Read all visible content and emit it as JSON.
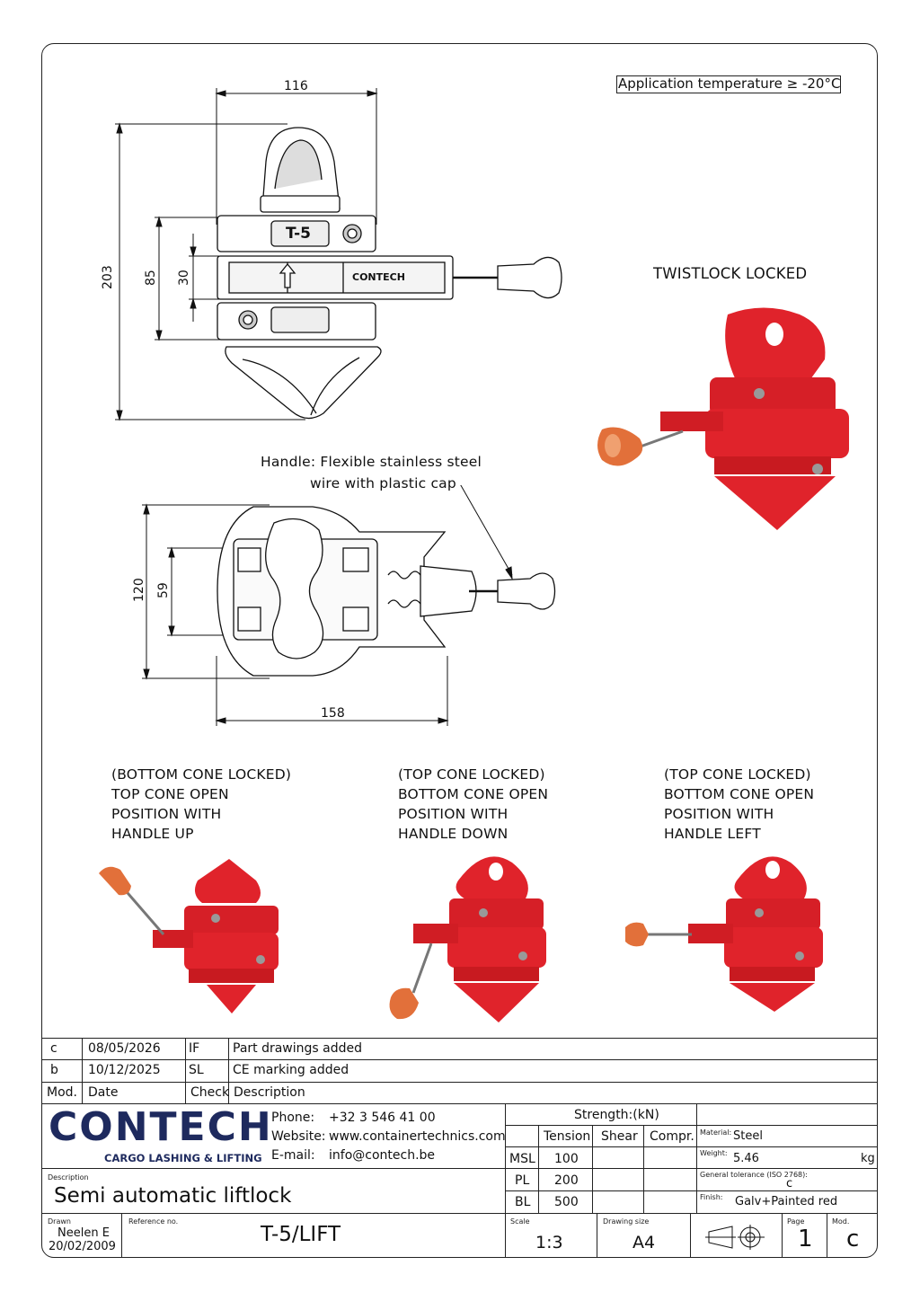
{
  "header": {
    "application_temperature": "Application temperature ≥ -20°C"
  },
  "dimensions": {
    "top_width": "116",
    "overall_height": "203",
    "body_height": "85",
    "slot_height": "30",
    "plan_height": "120",
    "plan_inner": "59",
    "plan_width": "158"
  },
  "drawing_labels": {
    "body_plate": "T-5",
    "brand_plate": "CONTECH"
  },
  "callouts": {
    "twistlock_locked": "TWISTLOCK LOCKED",
    "handle_line1": "Handle: Flexible stainless steel",
    "handle_line2": "wire with plastic cap"
  },
  "positions": [
    {
      "line1": "(BOTTOM CONE LOCKED)",
      "line2": "TOP CONE OPEN",
      "line3": "POSITION WITH",
      "line4": "HANDLE UP"
    },
    {
      "line1": "(TOP CONE LOCKED)",
      "line2": "BOTTOM CONE OPEN",
      "line3": "POSITION WITH",
      "line4": "HANDLE DOWN"
    },
    {
      "line1": "(TOP CONE LOCKED)",
      "line2": "BOTTOM CONE OPEN",
      "line3": "POSITION WITH",
      "line4": "HANDLE LEFT"
    }
  ],
  "revisions": {
    "rows": [
      {
        "mod": "c",
        "date": "08/05/2026",
        "check": "IF",
        "description": "Part drawings added"
      },
      {
        "mod": "b",
        "date": "10/12/2025",
        "check": "SL",
        "description": "CE marking added"
      }
    ],
    "headers": {
      "mod": "Mod.",
      "date": "Date",
      "check": "Check",
      "description": "Description"
    }
  },
  "company": {
    "logo_text": "CONTECH",
    "tagline": "CARGO LASHING & LIFTING",
    "phone_label": "Phone:",
    "phone": "+32 3 546 41 00",
    "website_label": "Website:",
    "website": "www.containertechnics.com",
    "email_label": "E-mail:",
    "email": "info@contech.be"
  },
  "strength": {
    "title": "Strength:(kN)",
    "cols": [
      "Tension",
      "Shear",
      "Compr."
    ],
    "rows": [
      {
        "label": "MSL",
        "tension": "100"
      },
      {
        "label": "PL",
        "tension": "200"
      },
      {
        "label": "BL",
        "tension": "500"
      }
    ]
  },
  "material": {
    "material_label": "Material:",
    "material": "Steel",
    "weight_label": "Weight:",
    "weight": "5.46",
    "weight_unit": "kg",
    "tolerance_label": "General tolerance (ISO 2768):",
    "tolerance": "c",
    "finish_label": "Finish:",
    "finish": "Galv+Painted red"
  },
  "description": {
    "label": "Description",
    "value": "Semi automatic liftlock"
  },
  "footer": {
    "drawn_label": "Drawn",
    "drawn_by": "Neelen E",
    "drawn_date": "20/02/2009",
    "reference_label": "Reference no.",
    "reference": "T-5/LIFT",
    "scale_label": "Scale",
    "scale": "1:3",
    "size_label": "Drawing size",
    "size": "A4",
    "page_label": "Page",
    "page": "1",
    "mod_label": "Mod.",
    "mod": "c"
  },
  "colors": {
    "red": "#e0232b",
    "red_dark": "#b5161c",
    "navy": "#1e2a5e",
    "orange": "#e2703a"
  }
}
